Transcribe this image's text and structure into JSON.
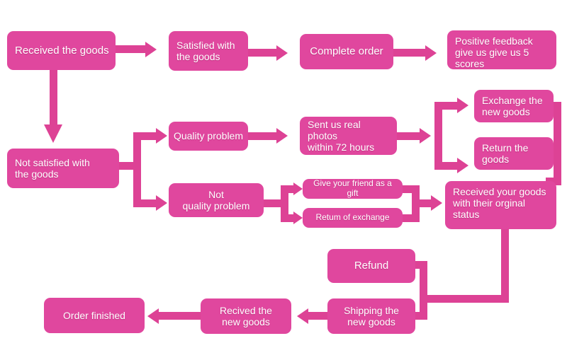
{
  "diagram": {
    "title": "Return and exchange process flowchart",
    "colors": {
      "node_fill": "#e0479e",
      "connector": "#dd4295",
      "node_text": "#ffffff",
      "background": "#ffffff"
    },
    "nodes": {
      "received_the_goods": "Received the goods",
      "satisfied_with_the_goods": "Satisfied with\nthe goods",
      "complete_order": "Complete order",
      "positive_feedback": "Positive feedback\ngive us give us 5\nscores",
      "not_satisfied_with_the_goods": "Not satisfied with\nthe goods",
      "quality_problem": "Quality problem",
      "sent_us_real_photos": "Sent us real photos\nwithin 72 hours",
      "exchange_the_new_goods": "Exchange the\nnew goods",
      "return_the_goods": "Return the\ngoods",
      "not_quality_problem": "Not\nquality problem",
      "give_your_friend_as_a_gift": "Give your friend as a gift",
      "return_of_exchange": "Retum of exchange",
      "received_your_goods": "Received your goods\nwith their orginal\nstatus",
      "refund": "Refund",
      "shipping_the_new_goods": "Shipping the\nnew goods",
      "recived_the_new_goods": "Recived the\nnew goods",
      "order_finished": "Order finished"
    }
  }
}
